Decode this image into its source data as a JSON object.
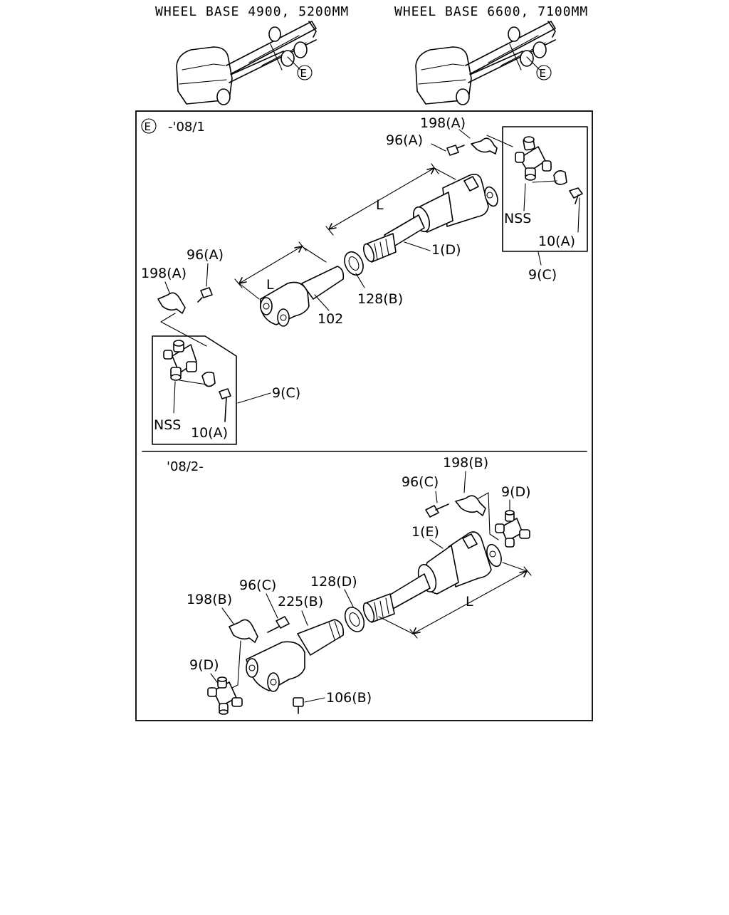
{
  "headers": {
    "left": "WHEEL BASE 4900, 5200MM",
    "right": "WHEEL BASE 6600, 7100MM"
  },
  "callout_letter": "E",
  "sections": {
    "upper": {
      "range": "-'08/1"
    },
    "lower": {
      "range": "'08/2-"
    }
  },
  "labels": {
    "p198A_top": "198(A)",
    "p96A_top": "96(A)",
    "nss_top": "NSS",
    "p10A_top": "10(A)",
    "p9C_top": "9(C)",
    "L_upper_long": "L",
    "p1D": "1(D)",
    "p96A_left": "96(A)",
    "p198A_left": "198(A)",
    "L_upper_short": "L",
    "p128B": "128(B)",
    "p102": "102",
    "p9C_left": "9(C)",
    "nss_left": "NSS",
    "p10A_left": "10(A)",
    "p198B_top": "198(B)",
    "p96C_top": "96(C)",
    "p9D_top": "9(D)",
    "p1E": "1(E)",
    "L_lower": "L",
    "p128D": "128(D)",
    "p96C_left": "96(C)",
    "p225B": "225(B)",
    "p198B_left": "198(B)",
    "p9D_left": "9(D)",
    "p106B": "106(B)"
  },
  "icons": [
    "truck-chassis-icon",
    "callout-circle-icon",
    "universal-joint-icon",
    "propeller-shaft-icon",
    "bearing-ring-icon",
    "bolt-icon",
    "clamp-icon",
    "grease-nipple-icon"
  ]
}
